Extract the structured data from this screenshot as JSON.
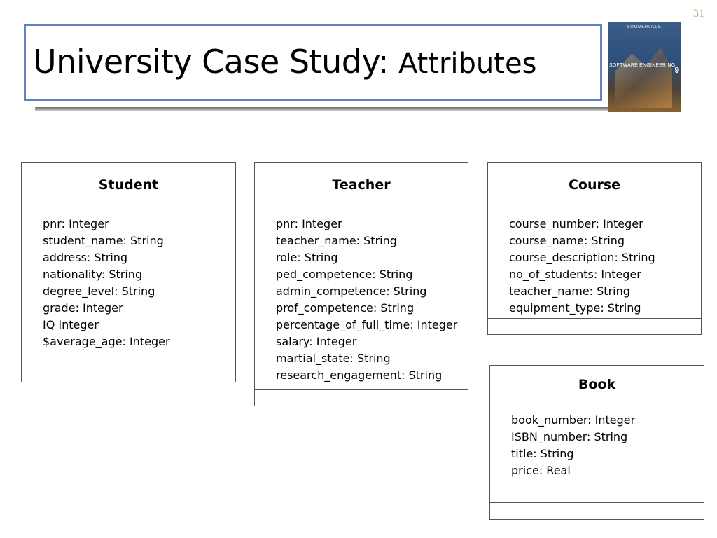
{
  "slide": {
    "number": "31",
    "title_main": "University Case Study: ",
    "title_sub": "Attributes"
  },
  "book_cover": {
    "author": "SOMMERVILLE",
    "title": "SOFTWARE ENGINEERING",
    "edition": "9"
  },
  "classes": {
    "student": {
      "name": "Student",
      "attributes": [
        "pnr: Integer",
        "student_name: String",
        "address: String",
        "nationality: String",
        "degree_level: String",
        "grade: Integer",
        "IQ Integer",
        "$average_age: Integer"
      ]
    },
    "teacher": {
      "name": "Teacher",
      "attributes": [
        "pnr: Integer",
        "teacher_name: String",
        "role: String",
        "ped_competence: String",
        "admin_competence: String",
        "prof_competence: String",
        "percentage_of_full_time: Integer",
        "salary: Integer",
        "martial_state: String",
        "research_engagement: String"
      ]
    },
    "course": {
      "name": "Course",
      "attributes": [
        "course_number: Integer",
        "course_name: String",
        "course_description: String",
        "no_of_students: Integer",
        "teacher_name: String",
        "equipment_type: String"
      ]
    },
    "book": {
      "name": "Book",
      "attributes": [
        "book_number: Integer",
        "ISBN_number: String",
        "title: String",
        "price: Real"
      ]
    }
  }
}
